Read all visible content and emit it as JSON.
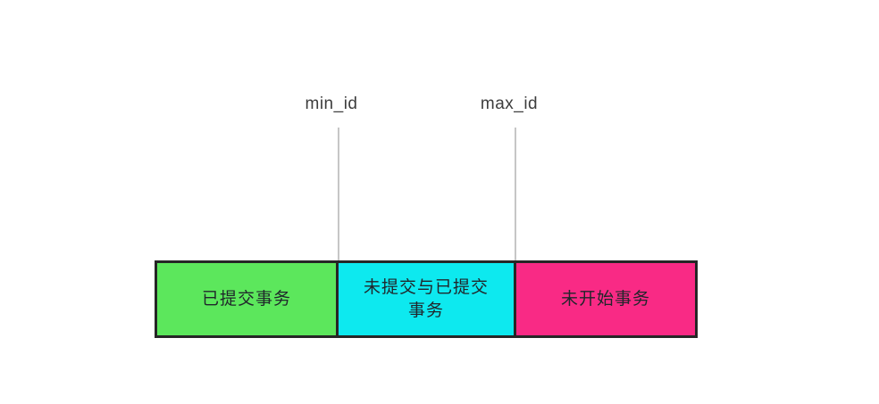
{
  "diagram": {
    "background": "#ffffff",
    "markers": [
      {
        "id": "min",
        "label": "min_id"
      },
      {
        "id": "max",
        "label": "max_id"
      }
    ],
    "marker_line_color": "#c6c6c6",
    "marker_label_color": "#3d3d3d",
    "bar": {
      "border_color": "#262626",
      "segments": [
        {
          "label": "已提交事务",
          "color": "#5ce75c"
        },
        {
          "label": "未提交与已提交\n事务",
          "color": "#0de9ef"
        },
        {
          "label": "未开始事务",
          "color": "#f92a85"
        }
      ]
    }
  }
}
